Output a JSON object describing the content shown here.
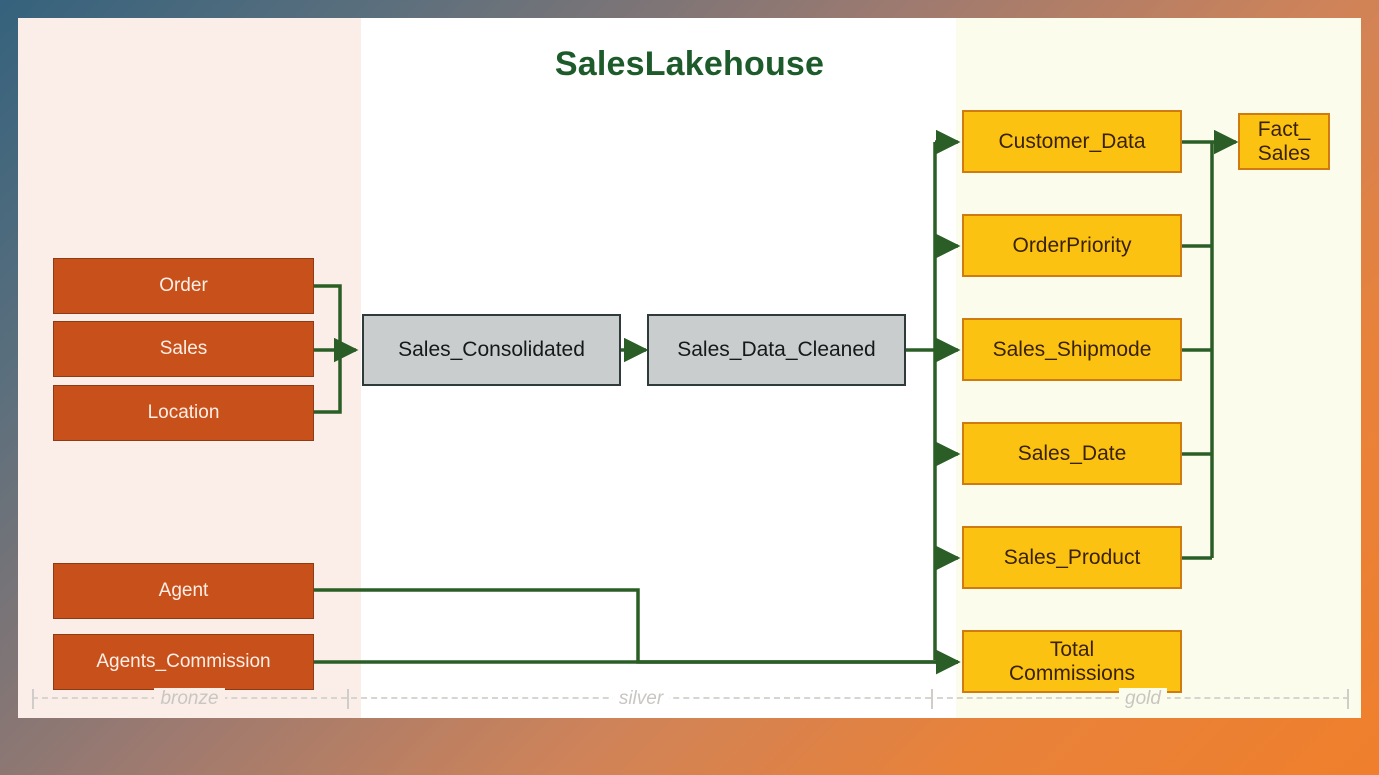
{
  "diagram": {
    "title": "SalesLakehouse",
    "title_color": "#1d5b2a",
    "connector_color": "#2b5e26",
    "zones": [
      {
        "key": "bronze",
        "label": "bronze",
        "fill": "#fbeee8"
      },
      {
        "key": "silver",
        "label": "silver",
        "fill": "#ffffff"
      },
      {
        "key": "gold",
        "label": "gold",
        "fill": "#fcfcec"
      }
    ],
    "bronze_nodes": [
      {
        "id": "order",
        "label": "Order"
      },
      {
        "id": "sales",
        "label": "Sales"
      },
      {
        "id": "location",
        "label": "Location"
      },
      {
        "id": "agent",
        "label": "Agent"
      },
      {
        "id": "agents_commission",
        "label": "Agents_Commission"
      }
    ],
    "silver_nodes": [
      {
        "id": "sales_consolidated",
        "label": "Sales_Consolidated"
      },
      {
        "id": "sales_data_cleaned",
        "label": "Sales_Data_Cleaned"
      }
    ],
    "gold_nodes": [
      {
        "id": "customer_data",
        "label": "Customer_Data"
      },
      {
        "id": "order_priority",
        "label": "OrderPriority"
      },
      {
        "id": "sales_shipmode",
        "label": "Sales_Shipmode"
      },
      {
        "id": "sales_date",
        "label": "Sales_Date"
      },
      {
        "id": "sales_product",
        "label": "Sales_Product"
      },
      {
        "id": "total_commissions",
        "label": "Total\nCommissions"
      }
    ],
    "fact_node": {
      "id": "fact_sales",
      "label": "Fact_\nSales"
    },
    "colors": {
      "bronze_fill": "#c8511b",
      "bronze_border": "#8e3a14",
      "bronze_text": "#fdeee6",
      "silver_fill": "#c9cdcd",
      "silver_border": "#2f3b3b",
      "silver_text": "#16191a",
      "gold_fill": "#fcc212",
      "gold_border": "#cf7b12",
      "gold_text": "#3a2208"
    }
  }
}
